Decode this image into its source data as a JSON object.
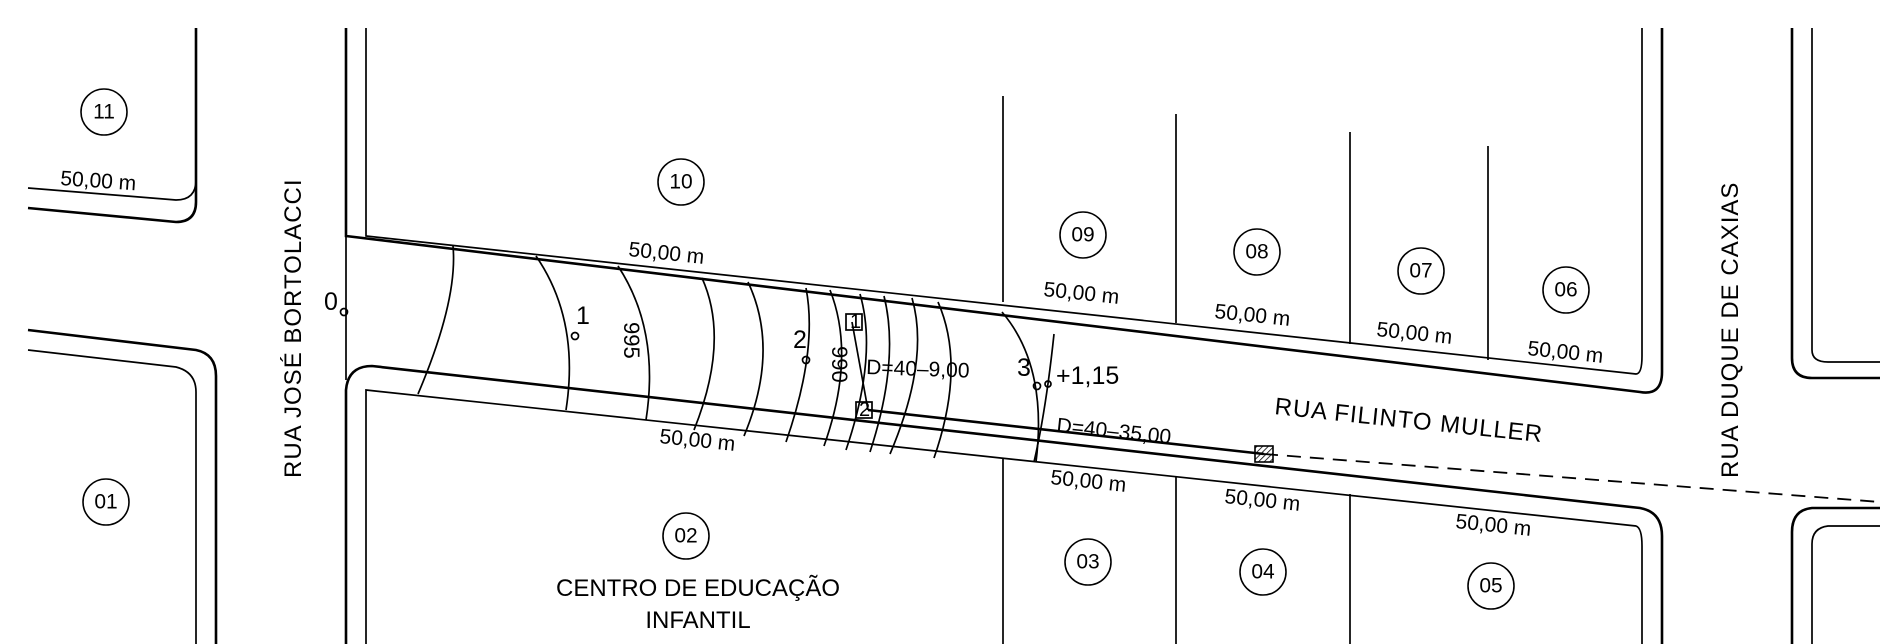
{
  "streets": {
    "bortolacci": "RUA JOSÉ BORTOLACCI",
    "caxias": "RUA DUQUE DE CAXIAS",
    "muller": "RUA FILINTO MULLER"
  },
  "lots": [
    "11",
    "10",
    "09",
    "08",
    "07",
    "06",
    "01",
    "02",
    "03",
    "04",
    "05"
  ],
  "dimension_label": "50,00 m",
  "building": {
    "line1": "CENTRO DE EDUCAÇÃO",
    "line2": "INFANTIL"
  },
  "nodes": [
    "0",
    "1",
    "2",
    "3"
  ],
  "contours": [
    "995",
    "990"
  ],
  "elevation": "+1,15",
  "manholes": [
    "1",
    "2"
  ],
  "pipes": {
    "segment1": "D=40–9,00",
    "segment2": "D=40–35,00"
  }
}
